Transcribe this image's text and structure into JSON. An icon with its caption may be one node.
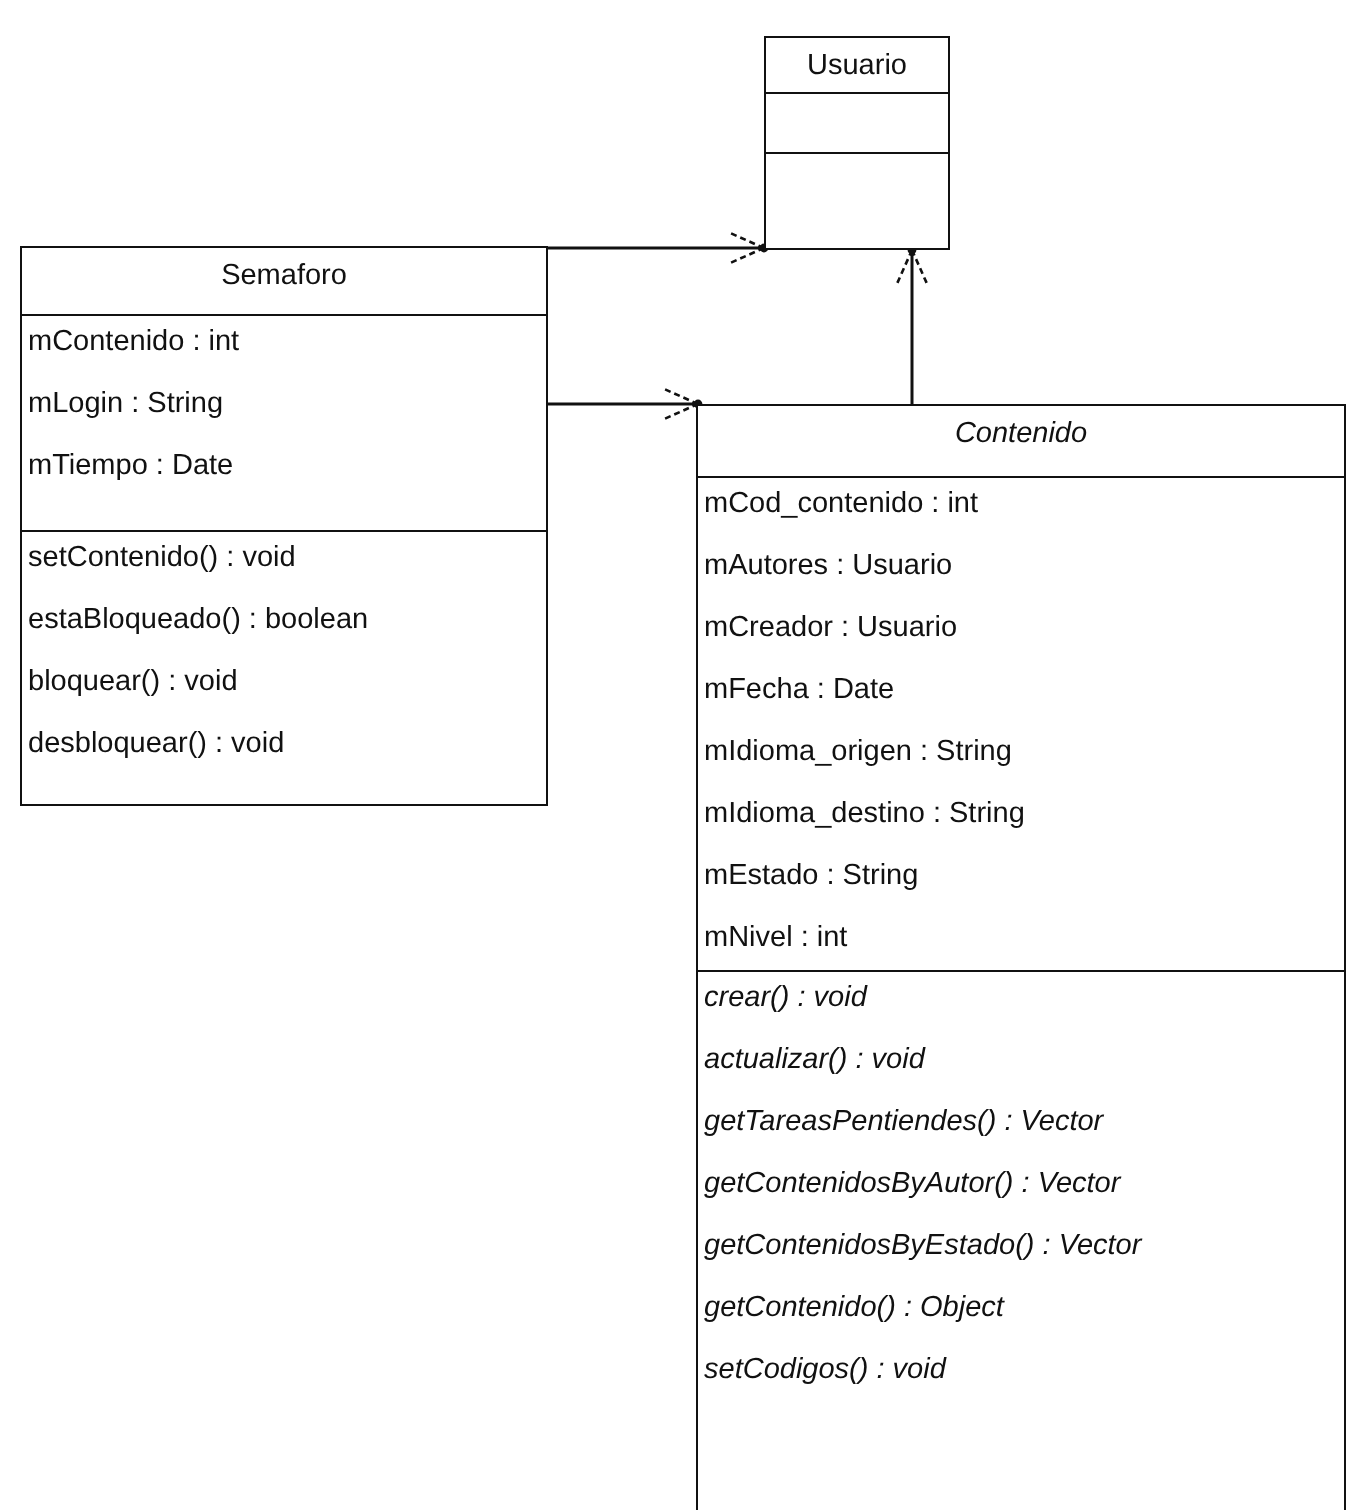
{
  "diagram": {
    "nodes": [
      {
        "text": [
          "Usuario"
        ]
      },
      {
        "text": [],
        "shape": "box",
        "in": 0
      },
      {
        "text": [],
        "shape": "box",
        "in": 0
      },
      {
        "text": [
          "Semaforo"
        ]
      },
      {
        "text": [
          "mContenido : int",
          "mLogin : String",
          "mTiempo : Date"
        ],
        "in": 3
      },
      {
        "text": [
          "setContenido() : void",
          "estaBloqueado() : boolean",
          "bloquear() : void",
          "desbloquear() : void"
        ],
        "in": 3
      },
      {
        "text": [
          "Contenido"
        ]
      },
      {
        "text": [
          "mCod_contenido : int",
          "mAutores : Usuario",
          "mCreador : Usuario",
          "mFecha : Date",
          "mIdioma_origen : String",
          "mIdioma_destino : String",
          "mEstado : String",
          "mNivel : int"
        ],
        "in": 6
      },
      {
        "text": [
          "crear() : void",
          "actualizar() : void",
          "getTareasPentiendes() : Vector",
          "getContenidosByAutor() : Vector",
          "getContenidosByEstado() : Vector",
          "getContenido() : Object",
          "setCodigos() : void"
        ],
        "in": 6
      }
    ],
    "edges": [
      {
        "from": 3,
        "to": 0,
        "arrow": "to"
      },
      {
        "from": 3,
        "to": 6,
        "arrow": "to"
      },
      {
        "from": 6,
        "to": 0,
        "arrow": "to"
      }
    ]
  }
}
